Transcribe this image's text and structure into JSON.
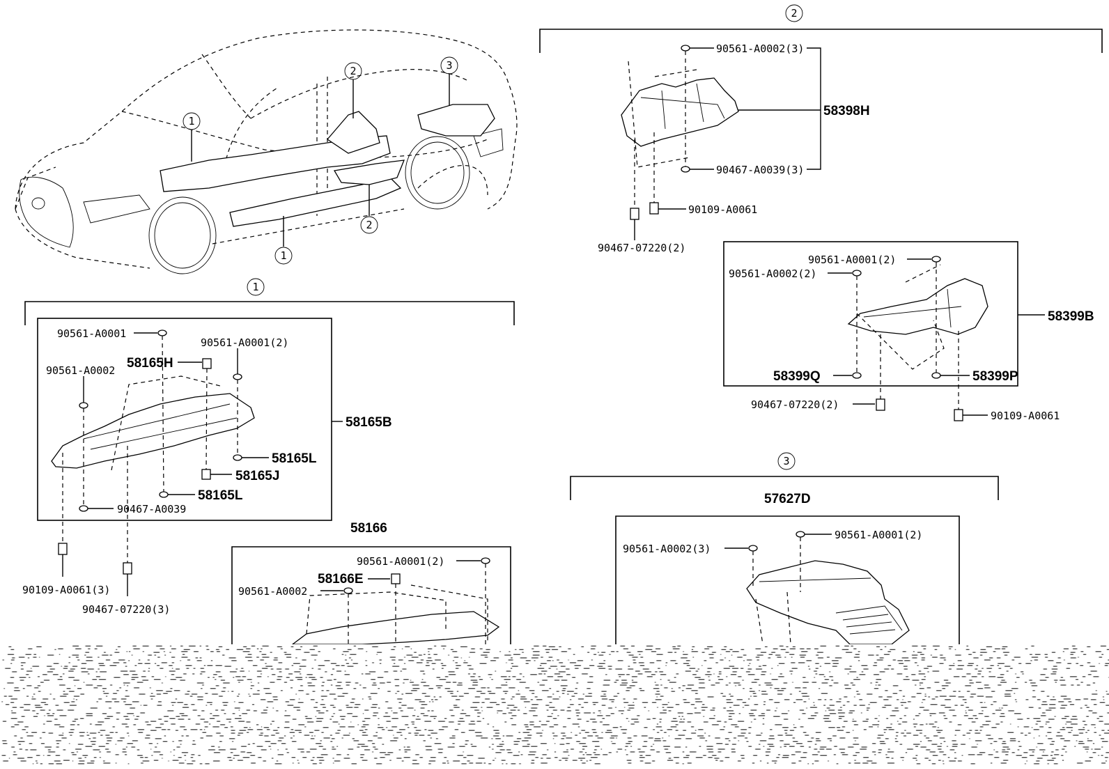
{
  "section_markers": {
    "s1": "1",
    "s2": "2",
    "s3": "3"
  },
  "overview_markers": {
    "m1a": "1",
    "m1b": "1",
    "m2a": "2",
    "m2b": "2",
    "m3": "3"
  },
  "section1": {
    "assembly": "58165B",
    "parts": {
      "p_90561_A0001": "90561-A0001",
      "p_90561_A0001_2": "90561-A0001(2)",
      "p_90561_A0002": "90561-A0002",
      "p_58165H": "58165H",
      "p_58165L_a": "58165L",
      "p_58165J": "58165J",
      "p_58165L_b": "58165L",
      "p_90467_A0039": "90467-A0039",
      "p_90109_A0061_3": "90109-A0061(3)",
      "p_90467_07220_3": "90467-07220(3)"
    }
  },
  "section1b": {
    "assembly": "58166",
    "parts": {
      "p_90561_A0001_2": "90561-A0001(2)",
      "p_58166E": "58166E",
      "p_90561_A0002": "90561-A0002"
    }
  },
  "section2": {
    "parts": {
      "p_90561_A0002_3": "90561-A0002(3)",
      "p_58398H": "58398H",
      "p_90467_A0039_3": "90467-A0039(3)",
      "p_90109_A0061": "90109-A0061",
      "p_90467_07220_2": "90467-07220(2)"
    }
  },
  "section2b": {
    "assembly": "58399B",
    "parts": {
      "p_90561_A0001_2": "90561-A0001(2)",
      "p_90561_A0002_2": "90561-A0002(2)",
      "p_58399Q": "58399Q",
      "p_58399P": "58399P",
      "p_90467_07220_2": "90467-07220(2)",
      "p_90109_A0061": "90109-A0061"
    }
  },
  "section3": {
    "assembly": "57627D",
    "parts": {
      "p_90561_A0001_2": "90561-A0001(2)",
      "p_90561_A0002_3": "90561-A0002(3)"
    }
  }
}
